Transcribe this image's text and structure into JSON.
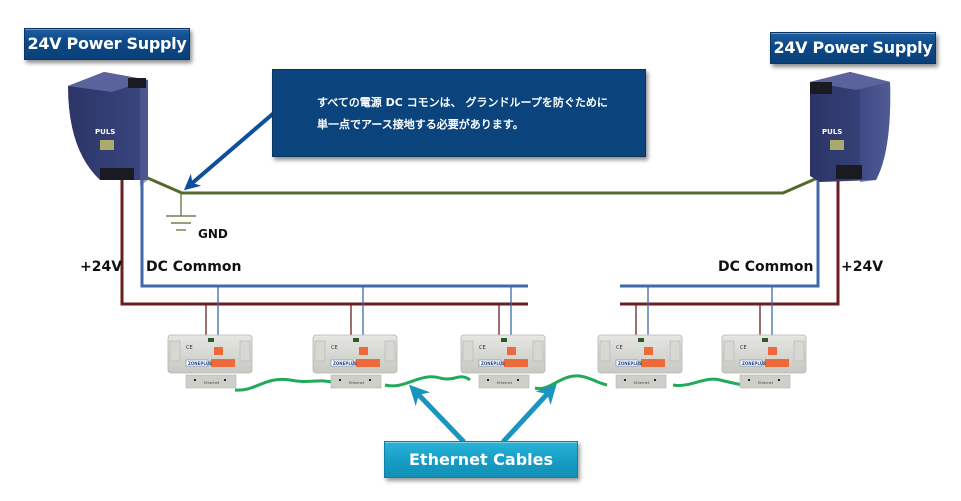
{
  "power_supplies": [
    {
      "title": "24V Power Supply",
      "brand": "PULS"
    },
    {
      "title": "24V Power Supply",
      "brand": "PULS"
    }
  ],
  "note": {
    "lines": [
      "すべての電源 DC コモンは、 グランドループを防ぐために",
      "単一点でアース接地する必要があります。"
    ]
  },
  "labels": {
    "gnd": "GND",
    "plus24_left": "+24V",
    "dc_common_left": "DC Common",
    "dc_common_right": "DC Common",
    "plus24_right": "+24V"
  },
  "ethernet": {
    "label": "Ethernet Cables"
  },
  "modules": [
    {
      "brand": "ZONEPLUS",
      "port_label": "Ethernet"
    },
    {
      "brand": "ZONEPLUS",
      "port_label": "Ethernet"
    },
    {
      "brand": "ZONEPLUS",
      "port_label": "Ethernet"
    },
    {
      "brand": "ZONEPLUS",
      "port_label": "Ethernet"
    },
    {
      "brand": "ZONEPLUS",
      "port_label": "Ethernet"
    }
  ],
  "colors": {
    "plus24_wire": "#6b1f22",
    "dc_common_wire": "#3f6aa8",
    "ground_wire": "#55692c",
    "ethernet_cable": "#22a95a",
    "callout_blue": "#0b437c",
    "ethernet_label": "#179fc6"
  }
}
